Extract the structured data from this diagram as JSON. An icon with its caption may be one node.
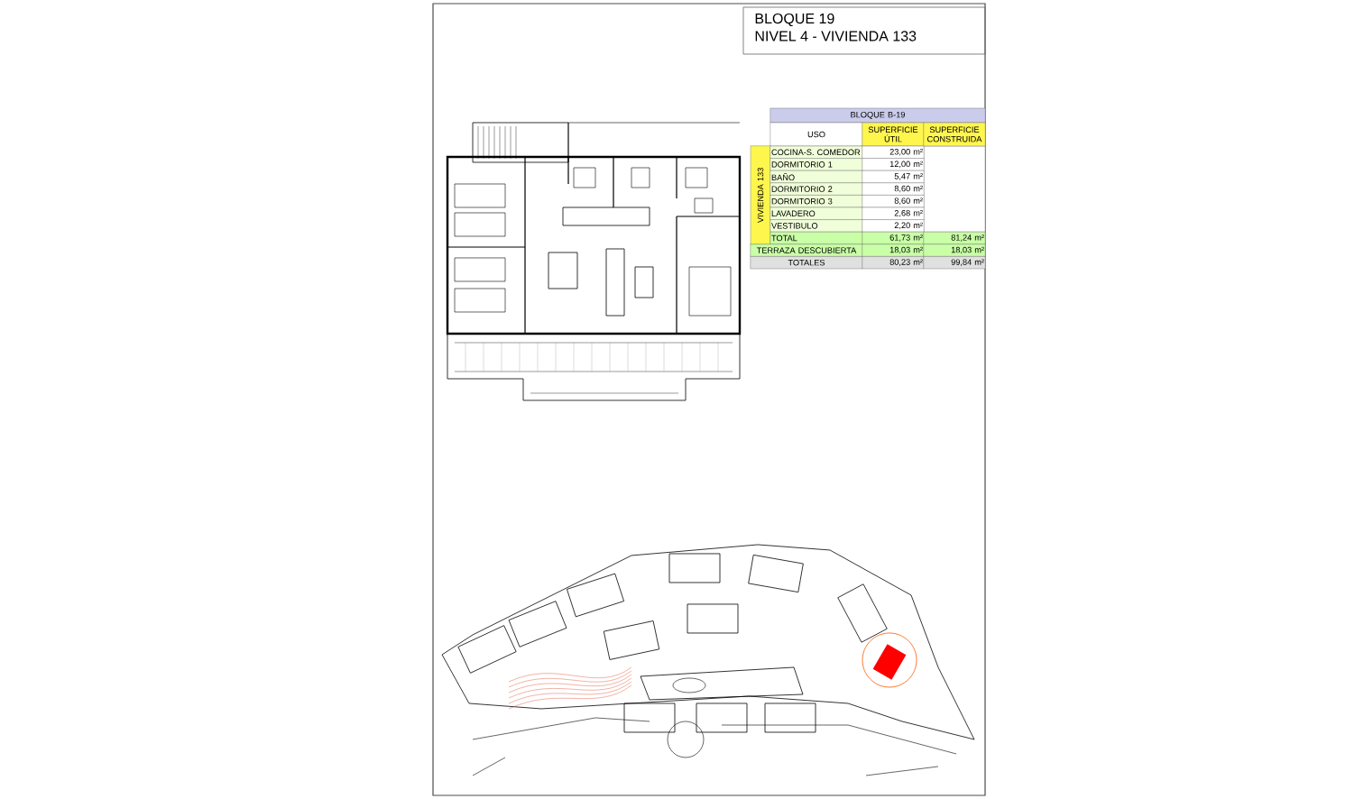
{
  "diagram": {
    "labels": [
      "BLOQUE 19",
      "NIVEL 4 - VIVIENDA 133",
      "BLOQUE B-19",
      "USO",
      "SUPERFICIE ÚTIL",
      "SUPERFICIE CONSTRUIDA",
      "VIVIENDA 133",
      "COCINA-S. COMEDOR",
      "23,00 m²",
      "DORMITORIO 1",
      "12,00 m²",
      "BAÑO",
      "5,47 m²",
      "DORMITORIO 2",
      "8,60 m²",
      "DORMITORIO 3",
      "8,60 m²",
      "LAVADERO",
      "2,68 m²",
      "VESTIBULO",
      "2,20 m²",
      "TOTAL",
      "61,73 m²",
      "81,24 m²",
      "TERRAZA DESCUBIERTA",
      "18,03 m²",
      "18,03 m²",
      "TOTALES",
      "80,23 m²",
      "99,84 m²"
    ]
  }
}
